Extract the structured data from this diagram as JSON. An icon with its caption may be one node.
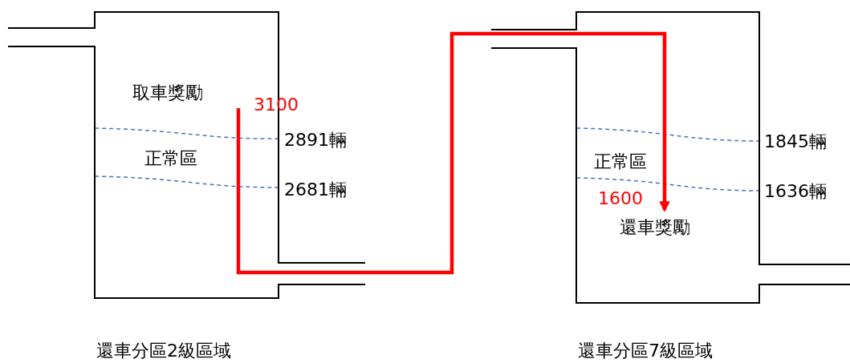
{
  "diagram": {
    "nodes": [
      {
        "text": [
          "取車獎勵",
          "正常區"
        ],
        "beside": [
          "還車分區2級區域"
        ]
      },
      {
        "text": [
          "正常區",
          "還車獎勵"
        ],
        "beside": [
          "還車分區7級區域"
        ]
      },
      {
        "text": [
          "3100"
        ],
        "in": 0
      },
      {
        "text": [
          "1600"
        ],
        "in": 1
      }
    ],
    "edges": [
      {
        "from": 2,
        "to": 3,
        "arrow": "to",
        "color": "#ff0000"
      }
    ],
    "labels": [
      "2891輛",
      "2681輛",
      "1845輛",
      "1636輛"
    ]
  }
}
